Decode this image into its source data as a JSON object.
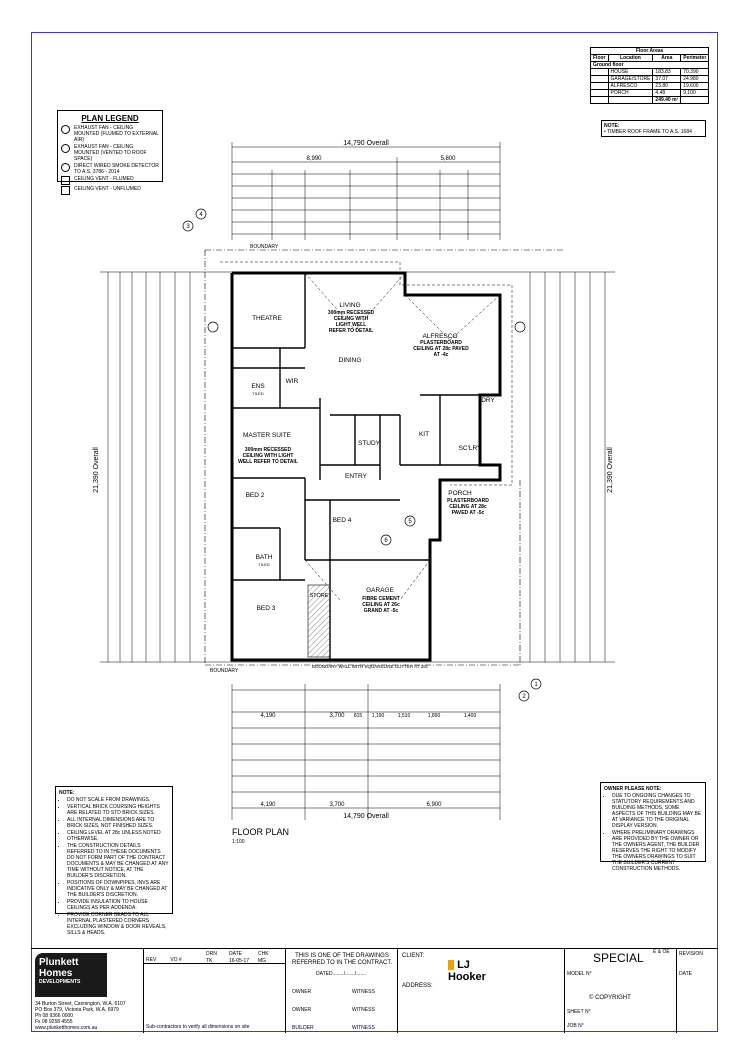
{
  "floor_areas": {
    "title": "Floor Areas",
    "headers": [
      "Floor",
      "Location",
      "Area",
      "Perimeter"
    ],
    "group": "Ground floor",
    "rows": [
      [
        "",
        "HOUSE",
        "183.83",
        "70.390"
      ],
      [
        "",
        "GARAGE/STORE",
        "37.07",
        "24.980"
      ],
      [
        "",
        "ALFRESCO",
        "23.80",
        "19.600"
      ],
      [
        "",
        "PORCH",
        "4.48",
        "9.100"
      ]
    ],
    "total": "249.40 m²"
  },
  "top_note": "TIMBER ROOF FRAME TO A.S. 1684",
  "plan_legend": {
    "title": "PLAN LEGEND",
    "items": [
      "EXHAUST FAN - CEILING MOUNTED (FLUMED TO EXTERNAL AIR)",
      "EXHAUST FAN - CEILING MOUNTED (VENTED TO ROOF SPACE)",
      "DIRECT WIRED SMOKE DETECTOR TO A.S. 3786 - 2014",
      "CEILING VENT - FLUMED",
      "CEILING VENT - UNFLUMED"
    ]
  },
  "dims": {
    "overall_top": "14,790 Overall",
    "overall_bottom": "14,790 Overall",
    "overall_left": "21,390 Overall",
    "overall_right": "21,390 Overall",
    "top_left": "8,990",
    "top_right": "5,800",
    "bottom_row1": [
      "4,190",
      "3,700",
      "6,900"
    ],
    "bottom_row2": [
      "4,190",
      "3,700",
      "815",
      "1,190",
      "1,510",
      "1,890",
      "1,400"
    ]
  },
  "rooms": {
    "theatre": "THEATRE",
    "living": "LIVING",
    "living_ceiling": "300mm RECESSED CEILING WITH LIGHT WELL REFER TO DETAIL",
    "alfresco": "ALFRESCO",
    "alfresco_note": "PLASTERBOARD CEILING AT 28c PAVED AT -4c",
    "dining": "DINING",
    "ens": "ENS",
    "wir": "WIR",
    "master": "MASTER SUITE",
    "master_ceiling": "300mm RECESSED CEILING WITH LIGHT WELL REFER TO DETAIL",
    "study": "STUDY",
    "kit": "KIT",
    "scullery": "SC'LRY",
    "dry": "DRY",
    "entry": "ENTRY",
    "porch": "PORCH",
    "porch_note": "PLASTERBOARD CEILING AT 28c PAVED AT -5c",
    "bed2": "BED 2",
    "bed3": "BED 3",
    "bed4": "BED 4",
    "bath": "BATH",
    "bath_sub": "TILED",
    "ens_sub": "TILED",
    "store": "STORE",
    "garage": "GARAGE",
    "garage_note": "FIBRE CEMENT CEILING AT 26c GRAND AT -5c",
    "boundary_top": "BOUNDARY",
    "boundary_bottom": "BOUNDARY",
    "boundary_wall": "BOUNDARY WALL WITH SQUARELINE GUTTER AT 26c"
  },
  "markers": [
    "1",
    "2",
    "3",
    "4",
    "5",
    "6"
  ],
  "plan_title": "FLOOR PLAN",
  "plan_scale": "1:100",
  "notes": {
    "title": "NOTE:",
    "items": [
      "DO NOT SCALE FROM DRAWINGS.",
      "VERTICAL BRICK COURSING HEIGHTS ARE RELATED TO STD BRICK SIZES.",
      "ALL INTERNAL DIMENSIONS ARE TO BRICK SIZES, NOT FINISHED SIZES.",
      "CEILING LEVEL AT 28c UNLESS NOTED OTHERWISE.",
      "THE CONSTRUCTION DETAILS REFERRED TO IN THESE DOCUMENTS DO NOT FORM PART OF THE CONTRACT DOCUMENTS & MAY BE CHANGED AT ANY TIME WITHOUT NOTICE, AT THE BUILDER'S DISCRETION.",
      "POSITIONS OF DOWNPIPES, INVS ARE INDICATIVE ONLY & MAY BE CHANGED AT THE BUILDER'S DISCRETION.",
      "PROVIDE INSULATION TO HOUSE CEILINGS AS PER ADDENDA.",
      "PROVIDE CORNER BEADS TO ALL INTERNAL PLASTERED CORNERS EXCLUDING WINDOW & DOOR REVEALS, SILLS & HEADS."
    ]
  },
  "owner_note": {
    "title": "OWNER PLEASE NOTE:",
    "items": [
      "DUE TO ONGOING CHANGES TO STATUTORY REQUIREMENTS AND BUILDING METHODS, SOME ASPECTS OF THIS BUILDING MAY BE AT VARIANCE TO THE ORIGINAL DISPLAY VERSION.",
      "WHERE PRELIMINARY DRAWINGS ARE PROVIDED BY THE OWNER OR THE OWNERS AGENT, THE BUILDER RESERVES THE RIGHT TO MODIFY THE OWNERS DRAWINGS TO SUIT THE BUILDER'S CURRENT CONSTRUCTION METHODS."
    ]
  },
  "title_block": {
    "company": "Plunkett Homes",
    "company_sub": "DEVELOPMENTS",
    "address": "34 Burton Street, Cannington, W.A. 6107",
    "po": "PO Box 379, Victoria Park, W.A. 6979",
    "ph": "Ph 08 9366 0000",
    "fx": "Fx 08 9258 4555",
    "web": "www.plunketthomes.com.au",
    "rev_headers": [
      "REV",
      "VO #",
      "DRN",
      "DATE",
      "CHK"
    ],
    "drn": "TK",
    "date": "16-05-17",
    "chk": "MG",
    "subcontractors": "Sub-contractors to verify all dimensions on site",
    "contract_note": "THIS IS ONE OF THE DRAWINGS REFERRED TO IN THE CONTRACT.",
    "dated": "DATED......../......./.......",
    "signatures": [
      "OWNER",
      "WITNESS",
      "OWNER",
      "WITNESS",
      "BUILDER",
      "WITNESS"
    ],
    "client_label": "CLIENT:",
    "address_label": "ADDRESS:",
    "agent": "LJ Hooker",
    "design": "SPECIAL",
    "eoe": "E & OE",
    "model_label": "MODEL N°",
    "copyright": "© COPYRIGHT",
    "sheet_label": "SHEET N°",
    "job_label": "JOB N°",
    "revision_label": "REVISION",
    "date_label": "DATE"
  },
  "colors": {
    "border": "#3a3ad0",
    "ink": "#000000",
    "hatch": "#888888"
  }
}
